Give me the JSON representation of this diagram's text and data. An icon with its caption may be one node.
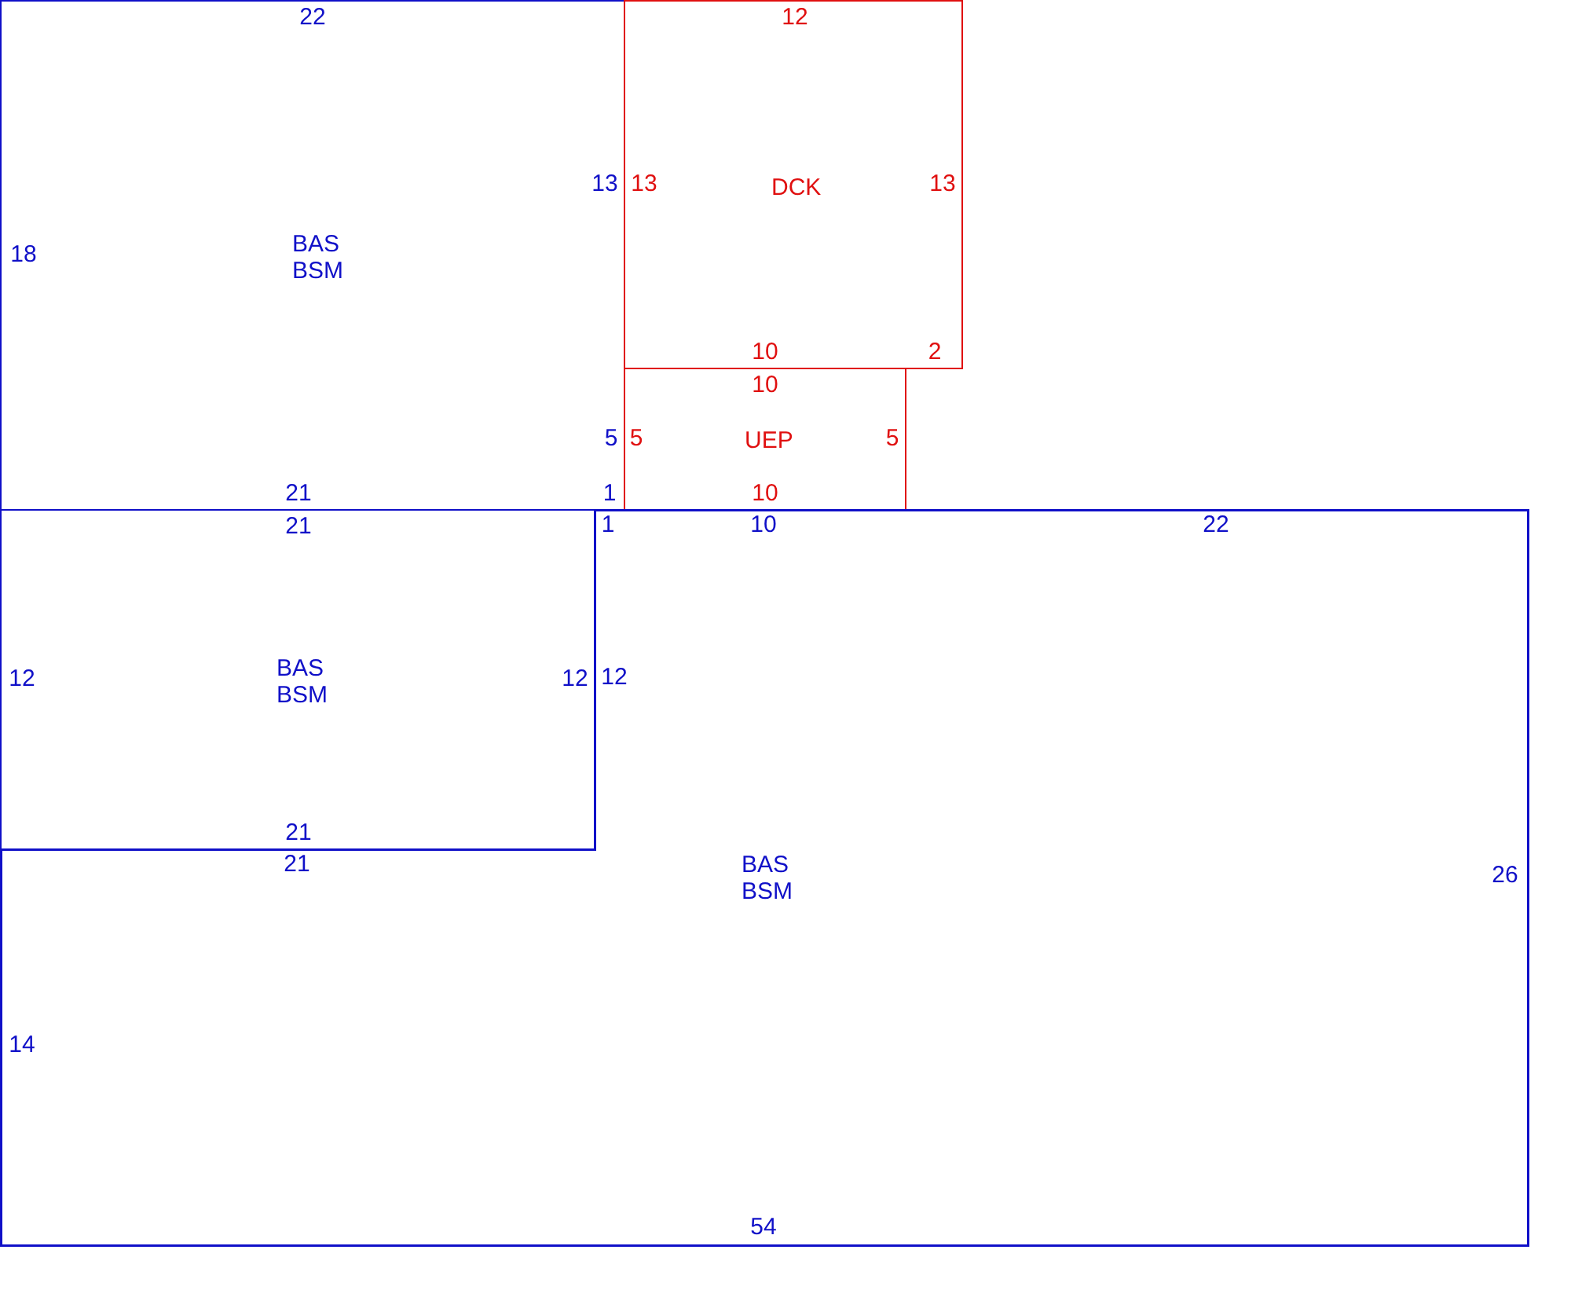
{
  "diagram": {
    "nodes": [
      {
        "text": [
          "BAS",
          "BSM",
          "22",
          "18",
          "13",
          "5",
          "21",
          "1"
        ]
      },
      {
        "text": [
          "DCK",
          "12",
          "13",
          "13",
          "10",
          "2"
        ]
      },
      {
        "text": [
          "UEP",
          "10",
          "5",
          "5",
          "10"
        ]
      },
      {
        "text": [
          "BAS",
          "BSM",
          "21",
          "12",
          "12",
          "21"
        ]
      },
      {
        "text": [
          "BAS",
          "BSM",
          "1",
          "10",
          "22",
          "12",
          "21",
          "14",
          "26",
          "54"
        ]
      }
    ]
  }
}
